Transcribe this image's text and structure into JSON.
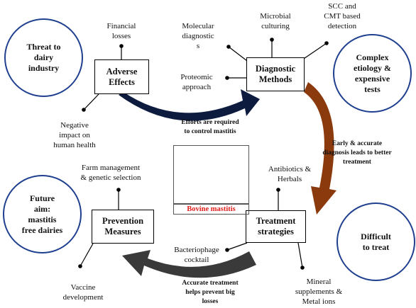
{
  "boxes": {
    "adverse": "Adverse\nEffects",
    "diagnostic": "Diagnostic\nMethods",
    "prevention": "Prevention\nMeasures",
    "treatment": "Treatment\nstrategies"
  },
  "circles": {
    "threat": "Threat to\ndairy\nindustry",
    "complex": "Complex\netiology &\nexpensive\ntests",
    "future": "Future\naim:\nmastitis\nfree dairies",
    "difficult": "Difficult\nto treat"
  },
  "labels": {
    "financial": "Financial\nlosses",
    "negative": "Negative\nimpact on\nhuman health",
    "molecular": "Molecular\ndiagnostic\ns",
    "microbial": "Microbial\nculturing",
    "scc": "SCC and\nCMT based\ndetection",
    "proteomic": "Proteomic\napproach",
    "farm": "Farm management\n& genetic selection",
    "vaccine": "Vaccine\ndevelopment",
    "antibiotics": "Antibiotics &\nHerbals",
    "bacteriophage": "Bacteriophage\ncocktail",
    "mineral": "Mineral\nsupplements &\nMetal ions"
  },
  "arrow_labels": {
    "efforts": "Efforts are required\nto control mastitis",
    "early": "Early & accurate\ndiagnosis leads to better\ntreatment",
    "accurate": "Accurate treatment\nhelps prevent big\nlosses"
  },
  "center": {
    "caption": "Bovine mastitis",
    "caption_color": "#e0201c"
  },
  "colors": {
    "circle_border": "#1f3f8f",
    "arrow_navy": "#0d1b3e",
    "arrow_brown": "#8b3a0e",
    "arrow_gray": "#3a3a3a"
  }
}
